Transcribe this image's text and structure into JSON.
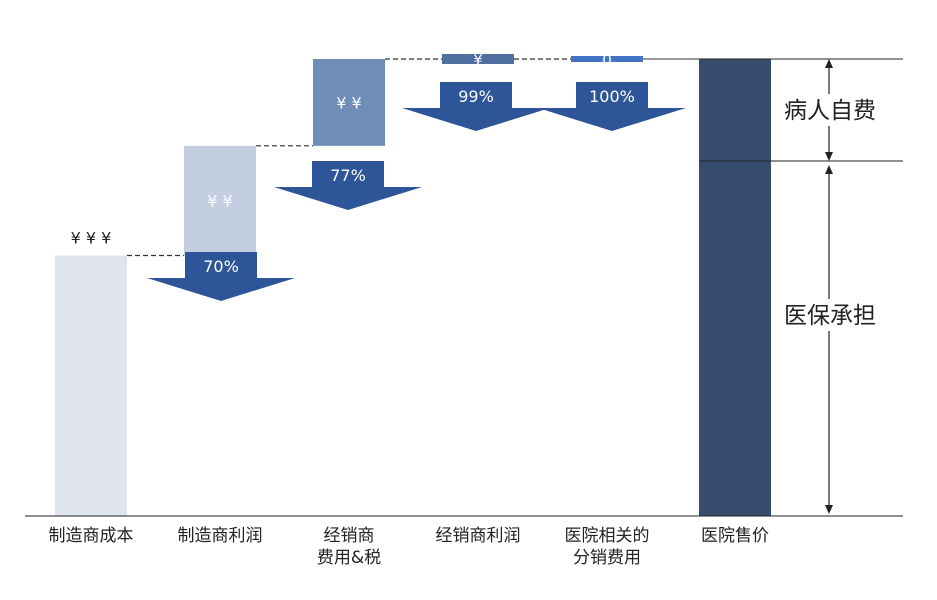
{
  "chart_data": {
    "type": "waterfall",
    "title": "",
    "xlabel": "",
    "ylabel": "",
    "categories": [
      "制造商成本",
      "制造商利润",
      "经销商费用&税",
      "经销商利润",
      "医院相关的分销费用",
      "医院售价"
    ],
    "category_lines": [
      [
        "制造商成本"
      ],
      [
        "制造商利润"
      ],
      [
        "经销商",
        "费用&税"
      ],
      [
        "经销商利润"
      ],
      [
        "医院相关的",
        "分销费用"
      ],
      [
        "医院售价"
      ]
    ],
    "steps": [
      {
        "category": "制造商成本",
        "kind": "base",
        "start": 0,
        "end": 0.57,
        "label": "¥ ¥ ¥",
        "color": "#dfe4ee"
      },
      {
        "category": "制造商利润",
        "kind": "increase",
        "start": 0.57,
        "end": 0.81,
        "label": "¥ ¥",
        "color": "#c3cee0"
      },
      {
        "category": "经销商费用&税",
        "kind": "increase",
        "start": 0.81,
        "end": 1.0,
        "label": "¥ ¥",
        "color": "#6f8db8"
      },
      {
        "category": "经销商利润",
        "kind": "increase",
        "start": 1.0,
        "end": 1.0,
        "label": "¥",
        "color": "#4f6fa0"
      },
      {
        "category": "医院相关的分销费用",
        "kind": "increase",
        "start": 1.0,
        "end": 1.0,
        "label": "0",
        "color": "#4472c4"
      },
      {
        "category": "医院售价",
        "kind": "total",
        "start": 0,
        "end": 1.0,
        "label": "",
        "color": "#354c6c"
      }
    ],
    "cumulative_percent": [
      {
        "after": "制造商利润",
        "label": "70%"
      },
      {
        "after": "经销商费用&税",
        "label": "77%"
      },
      {
        "after": "经销商利润",
        "label": "99%"
      },
      {
        "after": "医院相关的分销费用",
        "label": "100%"
      }
    ],
    "total_split": [
      {
        "label": "病人自费",
        "from": 0.76,
        "to": 1.0
      },
      {
        "label": "医保承担",
        "from": 0,
        "to": 0.76
      }
    ],
    "ylim": [
      0,
      1
    ],
    "grid": false,
    "legend": "none",
    "colors": {
      "arrow": "#2e5597",
      "arrow_text": "#ffffff",
      "connector": "#333333",
      "axis": "#222222",
      "text": "#222222"
    }
  }
}
